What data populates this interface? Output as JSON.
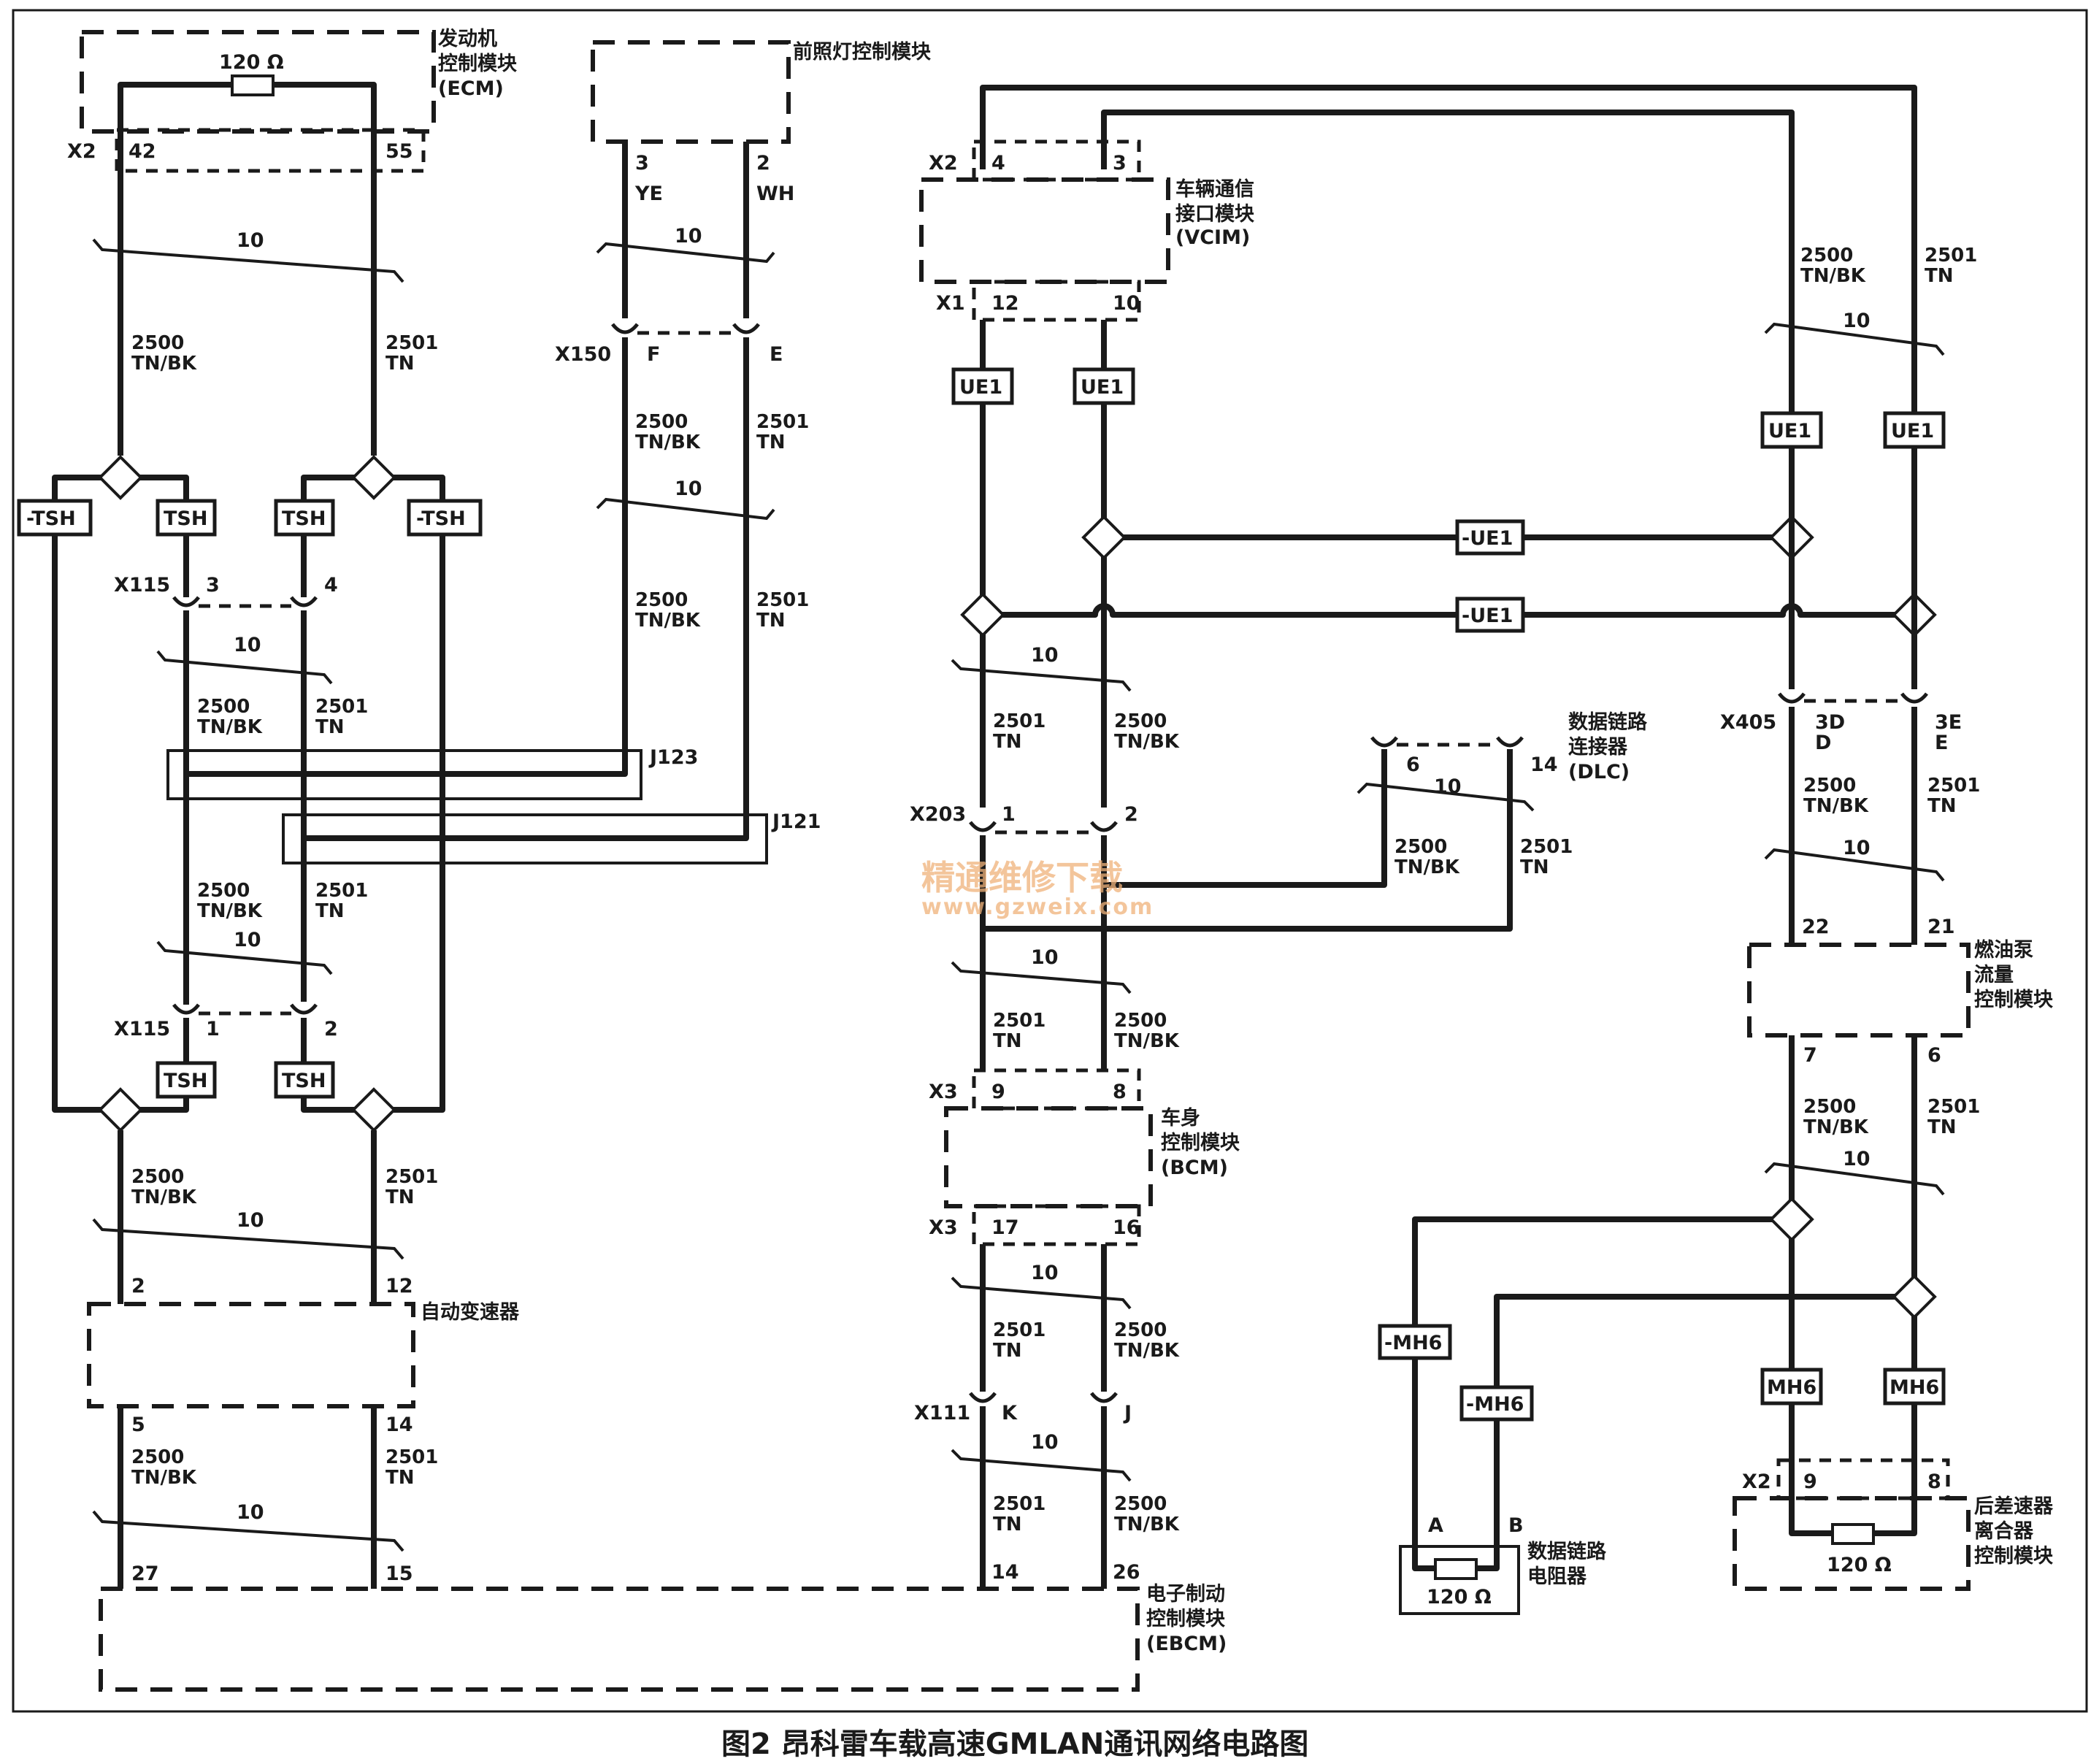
{
  "caption": "图2 昂科雷车载高速GMLAN通讯网络电路图",
  "watermark": {
    "cn": "精通维修下载",
    "url": "www.gzweix.com"
  },
  "modules": {
    "ecm": [
      "发动机",
      "控制模块",
      "(ECM)"
    ],
    "headlamp": "前照灯控制模块",
    "vcim": [
      "车辆通信",
      "接口模块",
      "(VCIM)"
    ],
    "dlc": [
      "数据链路",
      "连接器",
      "(DLC)"
    ],
    "fuel": [
      "燃油泵",
      "流量",
      "控制模块"
    ],
    "bcm": [
      "车身",
      "控制模块",
      "(BCM)"
    ],
    "trans": "自动变速器",
    "ebcm": [
      "电子制动",
      "控制模块",
      "(EBCM)"
    ],
    "dlr": [
      "数据链路",
      "电阻器"
    ],
    "rdcm": [
      "后差速器",
      "离合器",
      "控制模块"
    ]
  },
  "resistor": "120 Ω",
  "twist": "10",
  "wires": {
    "w2500": "2500",
    "w2501": "2501",
    "tnbk": "TN/BK",
    "tn": "TN",
    "ye": "YE",
    "wh": "WH"
  },
  "connectors": {
    "x1": "X1",
    "x2": "X2",
    "x3": "X3",
    "x111": "X111",
    "x115": "X115",
    "x150": "X150",
    "x203": "X203",
    "x405": "X405",
    "j121": "J121",
    "j123": "J123"
  },
  "pins": {
    "p1": "1",
    "p2": "2",
    "p3": "3",
    "p4": "4",
    "p5": "5",
    "p6": "6",
    "p7": "7",
    "p8": "8",
    "p9": "9",
    "p10": "10",
    "p12": "12",
    "p14": "14",
    "p15": "15",
    "p16": "16",
    "p17": "17",
    "p21": "21",
    "p22": "22",
    "p26": "26",
    "p27": "27",
    "p42": "42",
    "p55": "55",
    "pA": "A",
    "pB": "B",
    "pD": "D",
    "pE": "E",
    "pF": "F",
    "pJ": "J",
    "pK": "K",
    "p3D": "3D",
    "p3E": "3E"
  },
  "tags": {
    "tsh": "TSH",
    "ntsh": "-TSH",
    "ue1": "UE1",
    "nue1": "-UE1",
    "mh6": "MH6",
    "nmh6": "-MH6"
  }
}
